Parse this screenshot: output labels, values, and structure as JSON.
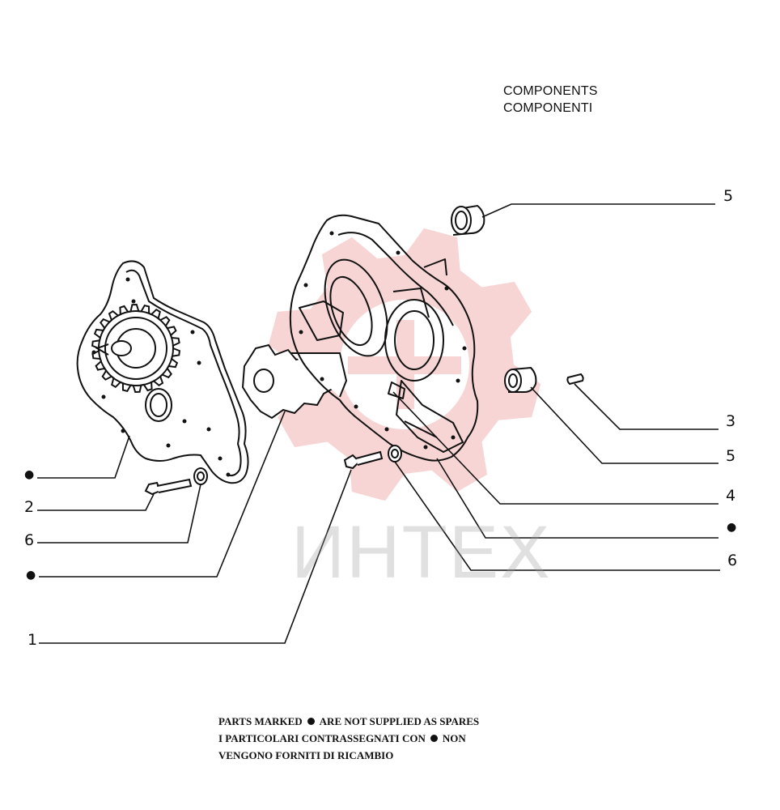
{
  "title": {
    "line1": "COMPONENTS",
    "line2": "COMPONENTI"
  },
  "watermark": {
    "text": "ИНТЕХ",
    "gear_color": "#f2b3b3"
  },
  "callouts": {
    "right_5_top": "5",
    "right_3": "3",
    "right_5_mid": "5",
    "right_4": "4",
    "right_dot": "●",
    "right_6": "6",
    "left_dot_top": "●",
    "left_2": "2",
    "left_6": "6",
    "left_dot_bottom": "●",
    "left_1": "1"
  },
  "footnote": {
    "line1_a": "PARTS MARKED",
    "line1_b": "ARE NOT SUPPLIED AS SPARES",
    "line2_a": "I PARTICOLARI CONTRASSEGNATI CON",
    "line2_b": "NON",
    "line3": "VENGONO FORNITI DI RICAMBIO"
  }
}
